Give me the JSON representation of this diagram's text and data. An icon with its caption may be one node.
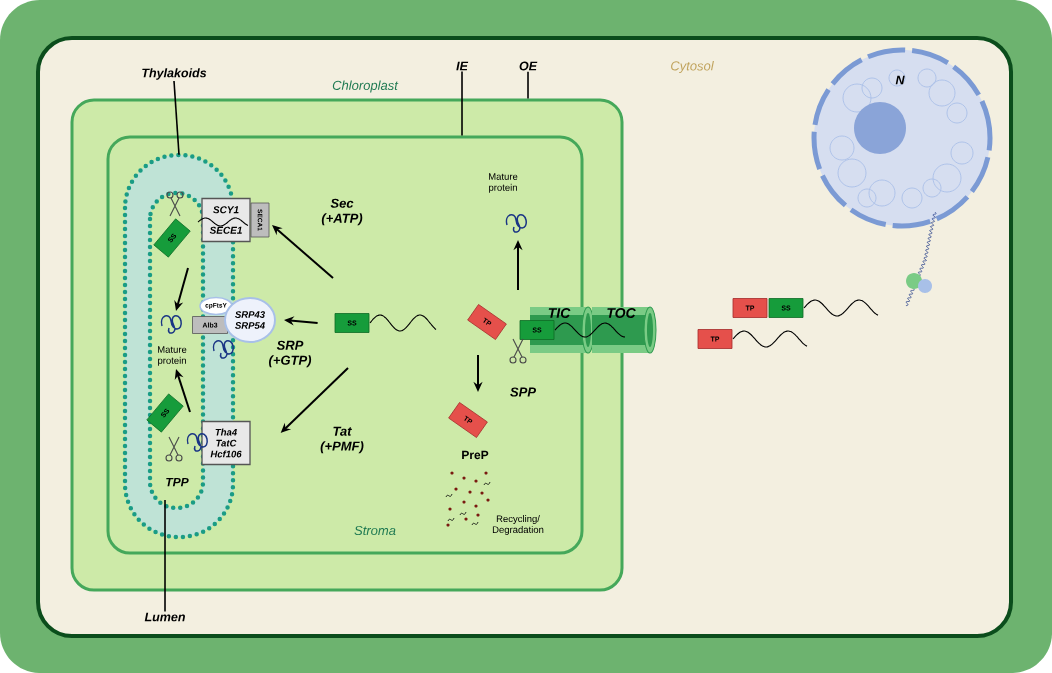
{
  "diagram": {
    "nodes": [
      {
        "text": [
          "Chloroplast"
        ]
      },
      {
        "text": [
          "Stroma"
        ],
        "in": 0
      },
      {
        "text": [],
        "shape": "picture",
        "in": 1
      },
      {
        "text": [
          "Thylakoids"
        ]
      },
      {
        "text": [
          "Lumen"
        ]
      },
      {
        "text": [
          "IE"
        ]
      },
      {
        "text": [
          "OE"
        ]
      },
      {
        "text": [
          "SCY1",
          "SECE1"
        ],
        "in": 1
      },
      {
        "text": [
          "SECA1"
        ],
        "in": 1
      },
      {
        "text": [
          "cpFtsY"
        ],
        "in": 2
      },
      {
        "text": [
          "Alb3"
        ],
        "in": 2
      },
      {
        "text": [
          "SRP43 SRP54"
        ],
        "in": 1
      },
      {
        "text": [
          "Tha4 TatC Hcf106"
        ],
        "in": 1
      },
      {
        "text": [
          "SS"
        ],
        "in": 2
      },
      {
        "text": [
          "Mature protein"
        ],
        "in": 2
      },
      {
        "text": [
          "SS"
        ],
        "in": 2
      },
      {
        "text": [
          "SS"
        ],
        "in": 1
      },
      {
        "text": [
          "TP"
        ],
        "in": 1
      },
      {
        "text": [
          "SS"
        ],
        "in": 1
      },
      {
        "text": [
          "TIC"
        ],
        "in": 0
      },
      {
        "text": [
          "TOC"
        ]
      },
      {
        "text": [
          "Mature protein"
        ],
        "in": 1
      },
      {
        "text": [
          "TP"
        ],
        "in": 1
      },
      {
        "text": [
          "TP"
        ]
      },
      {
        "text": [
          "SS"
        ]
      },
      {
        "text": [
          "TP"
        ]
      },
      {
        "text": [
          "N"
        ]
      }
    ],
    "edges": [
      {
        "from": 3,
        "to": 2,
        "arrow": "none"
      },
      {
        "from": 4,
        "to": null,
        "arrow": "none"
      },
      {
        "from": 5,
        "to": 1,
        "arrow": "none"
      },
      {
        "from": 6,
        "to": 0,
        "arrow": "none"
      },
      {
        "from": 16,
        "to": 8,
        "arrow": "to",
        "label": "Sec (+ATP)"
      },
      {
        "from": 16,
        "to": 11,
        "arrow": "to",
        "label": "SRP (+GTP)"
      },
      {
        "from": 16,
        "to": 12,
        "arrow": "to",
        "label": "Tat (+PMF)"
      },
      {
        "from": 13,
        "to": 14,
        "arrow": "to"
      },
      {
        "from": 15,
        "to": 14,
        "arrow": "to"
      },
      {
        "from": 19,
        "to": 21,
        "arrow": "to"
      },
      {
        "from": 17,
        "to": 22,
        "arrow": "to"
      }
    ],
    "labels": [
      "Cytosol",
      "TPP",
      "SPP",
      "PreP",
      "Recycling/ Degradation"
    ]
  }
}
